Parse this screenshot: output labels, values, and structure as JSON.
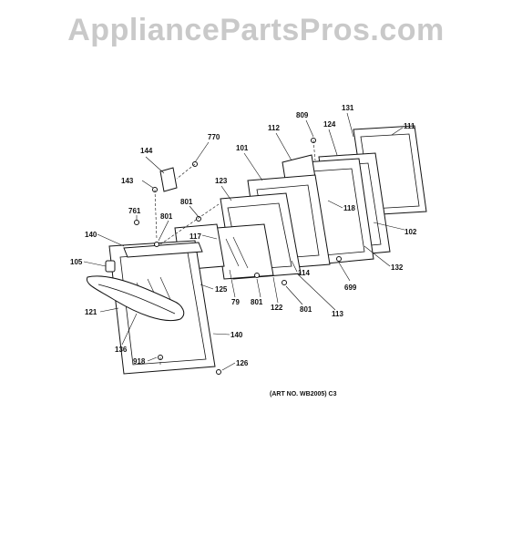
{
  "watermark": "AppliancePartsPros.com",
  "art_number": "(ART NO. WB2005) C3",
  "part_labels": {
    "p770": "770",
    "p144": "144",
    "p143": "143",
    "p809": "809",
    "p131": "131",
    "p111": "111",
    "p112": "112",
    "p124": "124",
    "p101": "101",
    "p123": "123",
    "p801a": "801",
    "p801b": "801",
    "p117": "117",
    "p761": "761",
    "p140a": "140",
    "p118": "118",
    "p102": "102",
    "p105": "105",
    "p132": "132",
    "p114": "114",
    "p699": "699",
    "p125": "125",
    "p79": "79",
    "p801c": "801",
    "p122": "122",
    "p801d": "801",
    "p113": "113",
    "p121": "121",
    "p140b": "140",
    "p136": "136",
    "p918": "918",
    "p126": "126"
  }
}
